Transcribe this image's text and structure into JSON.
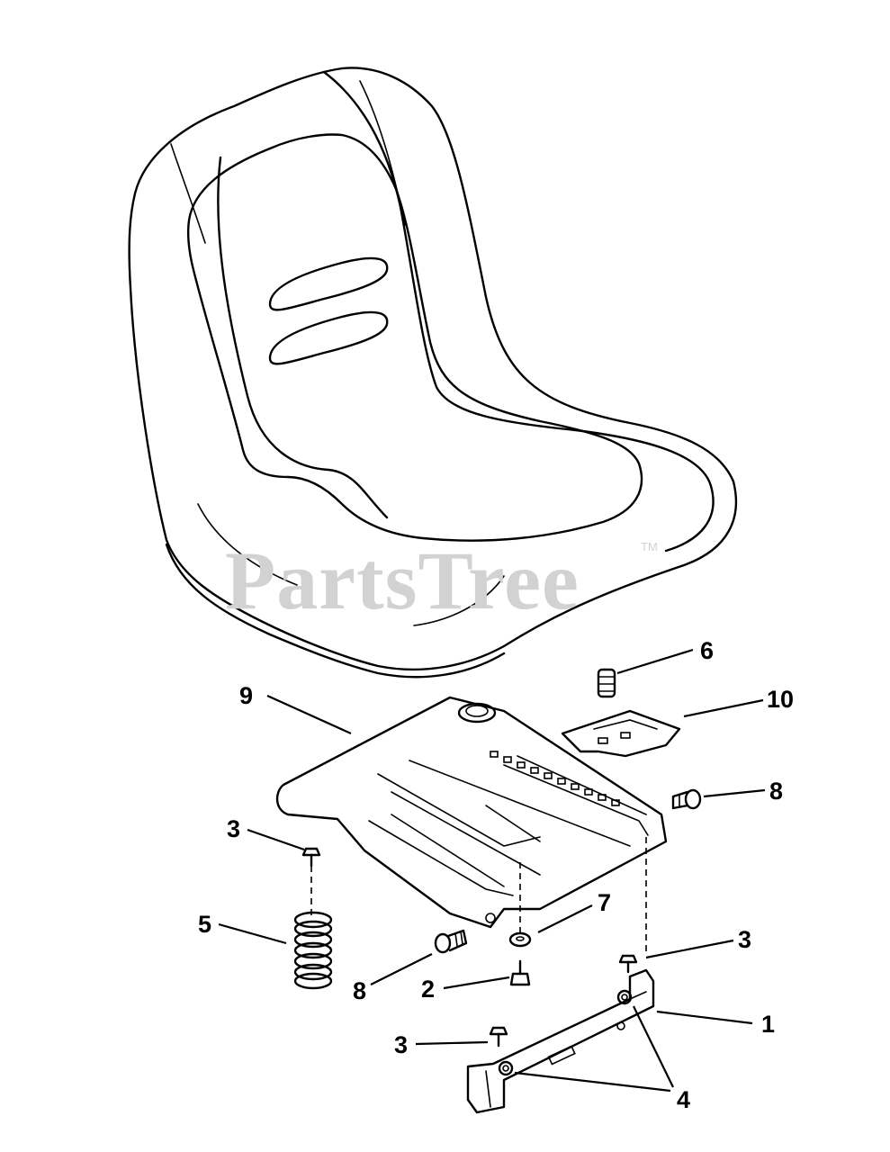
{
  "watermark": {
    "brand": "PartsTree",
    "trademark": "TM"
  },
  "callouts": {
    "c1": "1",
    "c2": "2",
    "c3a": "3",
    "c3b": "3",
    "c3c": "3",
    "c4": "4",
    "c5": "5",
    "c6": "6",
    "c7": "7",
    "c8a": "8",
    "c8b": "8",
    "c9": "9",
    "c10": "10"
  }
}
